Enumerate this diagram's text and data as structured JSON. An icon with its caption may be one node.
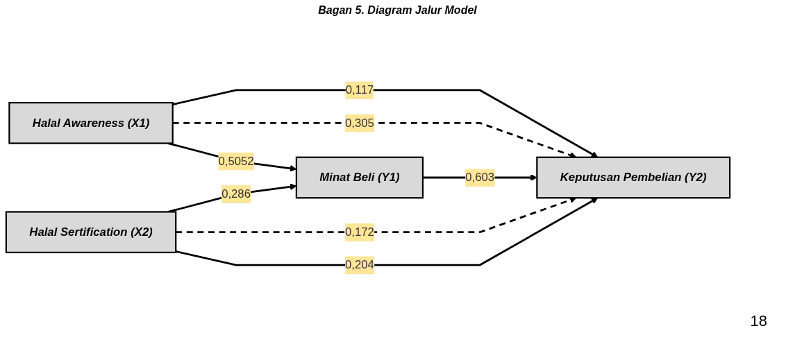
{
  "diagram": {
    "title": "Bagan 5. Diagram Jalur Model",
    "nodes": [
      {
        "text": [
          "Halal Awareness (X1)"
        ]
      },
      {
        "text": [
          "Halal Sertification (X2)"
        ]
      },
      {
        "text": [
          "Minat Beli (Y1)"
        ]
      },
      {
        "text": [
          "Keputusan Pembelian (Y2)"
        ]
      }
    ],
    "edges": [
      {
        "from": 0,
        "to": 3,
        "arrow": "to",
        "label": "0,117"
      },
      {
        "from": 0,
        "to": 3,
        "arrow": "to",
        "label": "0,305",
        "style": "dashed"
      },
      {
        "from": 0,
        "to": 2,
        "arrow": "to",
        "label": "0,5052"
      },
      {
        "from": 1,
        "to": 2,
        "arrow": "to",
        "label": "0,286"
      },
      {
        "from": 1,
        "to": 3,
        "arrow": "to",
        "label": "0,172",
        "style": "dashed"
      },
      {
        "from": 1,
        "to": 3,
        "arrow": "to",
        "label": "0,204"
      },
      {
        "from": 2,
        "to": 3,
        "arrow": "to",
        "label": "0,603"
      }
    ],
    "labels": [
      "18"
    ]
  }
}
